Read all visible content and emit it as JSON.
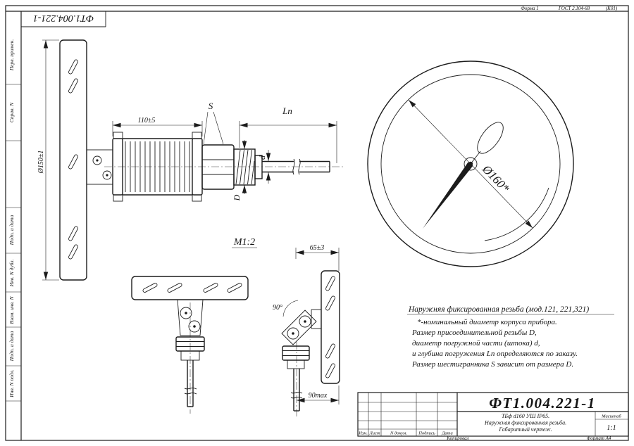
{
  "colors": {
    "ink": "#1c1c1c",
    "paper": "#ffffff"
  },
  "header": {
    "form": "Форма 1",
    "gost": "ГОСТ 2.104-68",
    "code": "(К01)",
    "stamp": "ФТ1.004.221-1"
  },
  "margin": {
    "labels": [
      "Перв. примен.",
      "Справ. N",
      "Подп. и дата",
      "Инв. N дубл.",
      "Взам. инв. N",
      "Подп. и дата",
      "Инв. N подл."
    ]
  },
  "dims": {
    "body_width": "110±5",
    "plate_dia": "Ø150±1",
    "hex_size": "S",
    "immersion": "Ln",
    "stem_dia": "d",
    "thread_dia": "D",
    "dial_dia": "Ø160*",
    "view_scale": "М1:2",
    "offset": "65±3",
    "angle": "90°",
    "max_len": "90max"
  },
  "notes": {
    "title": "Наружняя фиксированная резьба (мод.121, 221,321)",
    "lines": [
      "*-номинальный диаметр корпуса прибора.",
      "Размер присоединительной резьбы D,",
      "диаметр погружной части (штока) d,",
      "и глубина погружения Ln определяются по заказу.",
      "Размер шестигранника S зависит от размера D."
    ]
  },
  "title_block": {
    "designation": "ФТ1.004.221-1",
    "product": [
      "ТБф d160 УШ IP65.",
      "Наружная фиксированная резьба.",
      "Габаритный чертеж."
    ],
    "scale_label": "Масштаб",
    "scale": "1:1",
    "columns": [
      "Изм.",
      "Лист",
      "N докум.",
      "Подпись",
      "Дата"
    ],
    "footer_left": "Копировал",
    "footer_right": "Формат А4"
  }
}
